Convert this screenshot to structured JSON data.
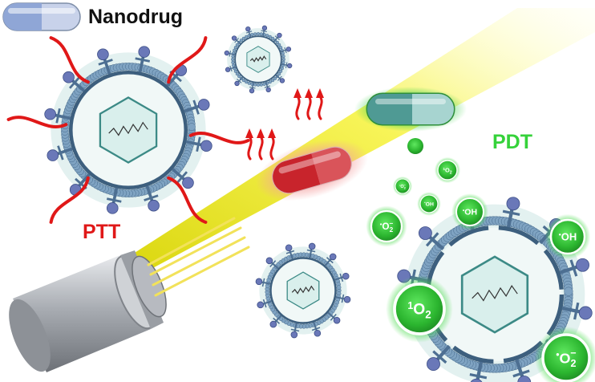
{
  "legend": {
    "label": "Nanodrug"
  },
  "labels": {
    "ptt": "PTT",
    "pdt": "PDT"
  },
  "colors": {
    "ptt_red": "#e01818",
    "pdt_green": "#35d23a",
    "laser_yellow": "#f4f02a",
    "membrane": "#3d5f7e",
    "capsule_blue": "#8fa6d6",
    "capsule_red": "#c8242c",
    "capsule_teal": "#5aa7a0"
  },
  "reactive_species": [
    {
      "id": "o2-small-1",
      "base": "O",
      "sub": "2",
      "sup": "1"
    },
    {
      "id": "o2-small-2",
      "base": "O",
      "sub": "2",
      "sup": "•",
      "charge": "−"
    },
    {
      "id": "oh-small-1",
      "base": "OH",
      "sup": "•"
    },
    {
      "id": "oh-medium-1",
      "base": "OH",
      "sup": "•"
    },
    {
      "id": "o2-medium-1",
      "base": "O",
      "sub": "2",
      "sup": "•",
      "charge": "−"
    },
    {
      "id": "oh-medium-2",
      "base": "OH",
      "sup": "•"
    },
    {
      "id": "o2-large-1",
      "base": "O",
      "sub": "2",
      "sup": "1"
    },
    {
      "id": "o2-large-2",
      "base": "O",
      "sub": "2",
      "sup": "•",
      "charge": "−"
    }
  ]
}
